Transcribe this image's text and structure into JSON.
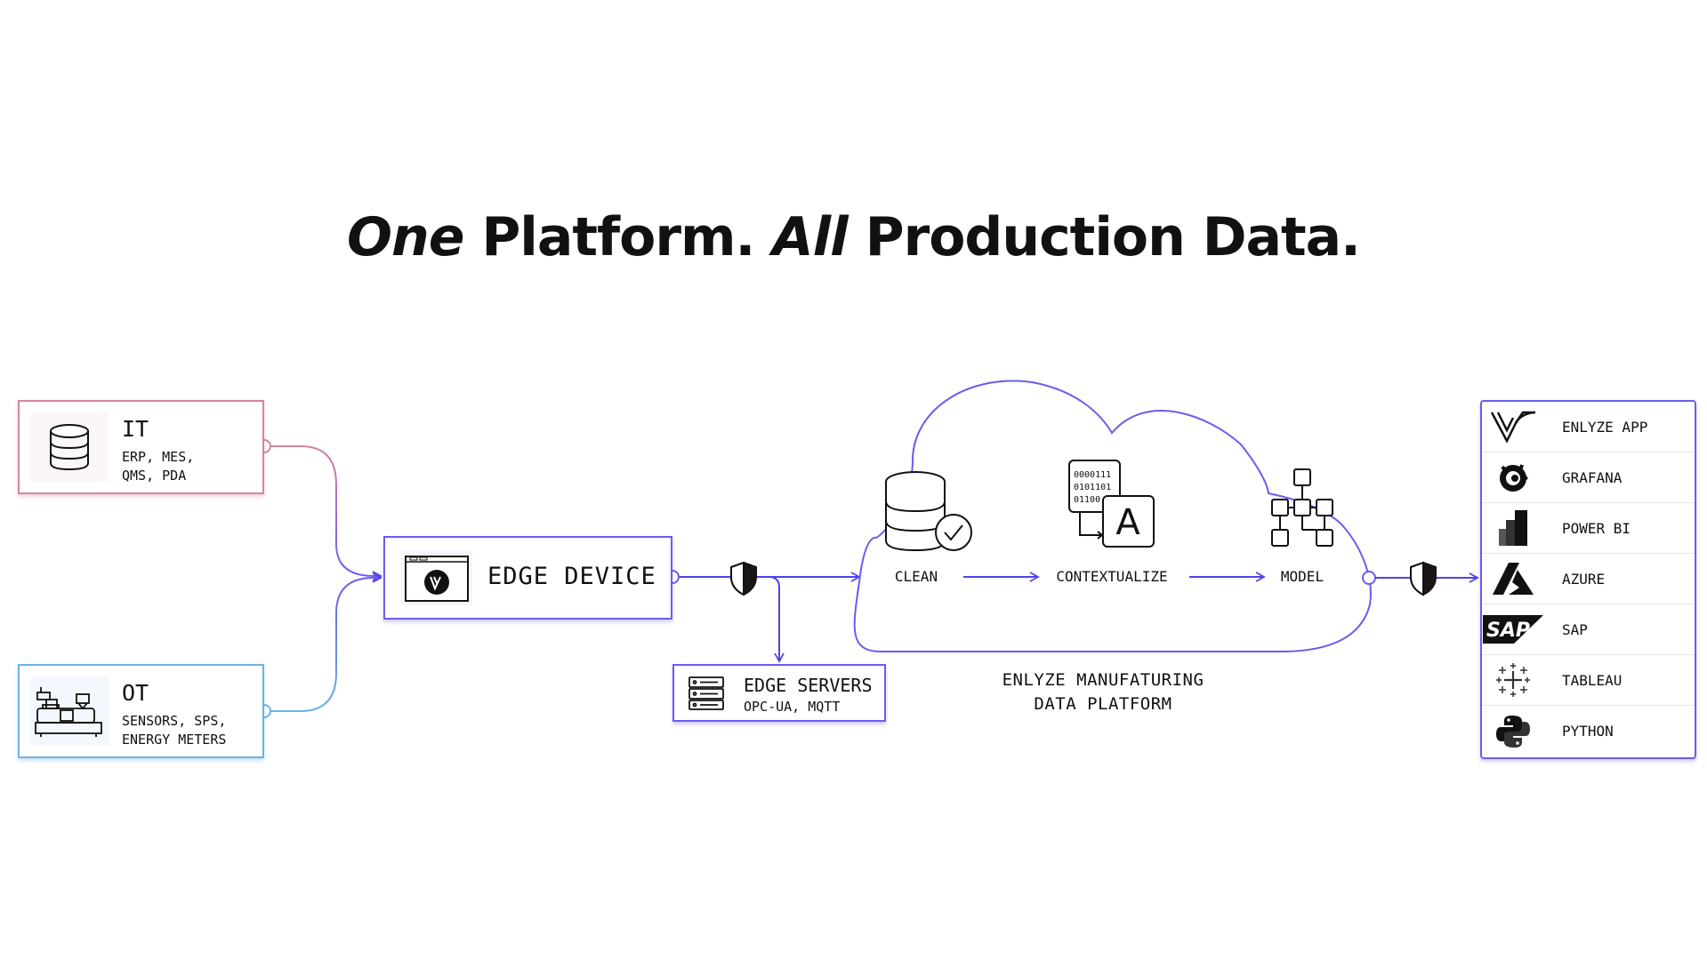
{
  "headline": {
    "part1": "One",
    "part2": " Platform. ",
    "part3": "All",
    "part4": " Production Data."
  },
  "sources": {
    "it": {
      "title": "IT",
      "line1": "ERP, MES,",
      "line2": "QMS, PDA"
    },
    "ot": {
      "title": "OT",
      "line1": "SENSORS, SPS,",
      "line2": "ENERGY METERS"
    }
  },
  "edge_device": {
    "title": "EDGE DEVICE"
  },
  "edge_servers": {
    "title": "EDGE SERVERS",
    "subtitle": "OPC-UA, MQTT"
  },
  "pipeline": {
    "stages": [
      "CLEAN",
      "CONTEXTUALIZE",
      "MODEL"
    ],
    "binary_lines": [
      "0000111",
      "0101101",
      "01100"
    ],
    "letter": "A"
  },
  "platform": {
    "line1": "ENLYZE MANUFATURING",
    "line2": "DATA PLATFORM"
  },
  "destinations": [
    {
      "label": "ENLYZE APP",
      "icon": "enlyze-logo-icon"
    },
    {
      "label": "GRAFANA",
      "icon": "grafana-logo-icon"
    },
    {
      "label": "POWER BI",
      "icon": "powerbi-logo-icon"
    },
    {
      "label": "AZURE",
      "icon": "azure-logo-icon"
    },
    {
      "label": "SAP",
      "icon": "sap-logo-icon"
    },
    {
      "label": "TABLEAU",
      "icon": "tableau-logo-icon"
    },
    {
      "label": "PYTHON",
      "icon": "python-logo-icon"
    }
  ],
  "colors": {
    "it": "#d9849f",
    "ot": "#6cb3e6",
    "accent": "#6b5cf0",
    "arrow": "#4f43e8"
  }
}
